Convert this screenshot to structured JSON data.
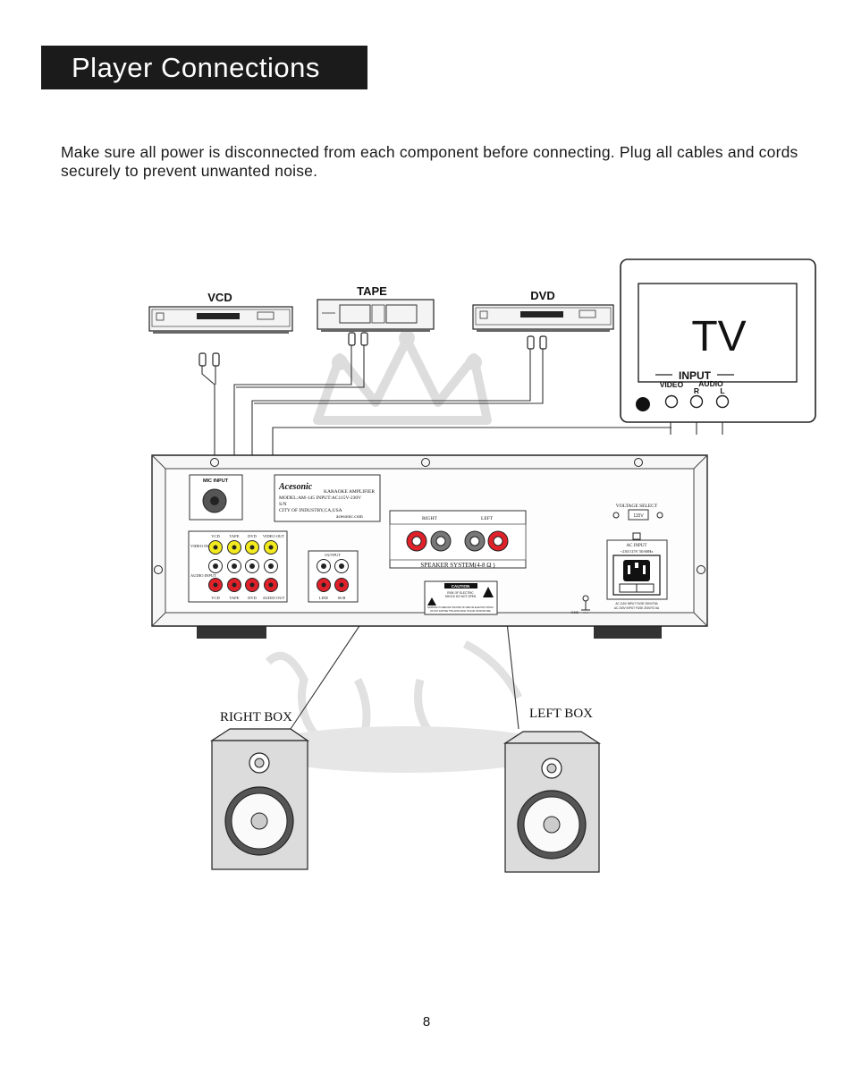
{
  "title": "Player Connections",
  "intro": "Make sure all power is disconnected from each component before connecting. Plug all cables and cords securely to prevent unwanted noise.",
  "page_number": "8",
  "sources": {
    "vcd": "VCD",
    "tape": "TAPE",
    "dvd": "DVD"
  },
  "tv": {
    "label": "TV",
    "input_label": "INPUT",
    "video_label": "VIDEO",
    "audio_label": "AUDIO",
    "right_label": "R",
    "left_label": "L"
  },
  "amplifier": {
    "mic_input": "MIC INPUT",
    "brand": "Acesonic",
    "product_line": "KARAOKE AMPLIFIER",
    "model_line": "MODEL:AM-145  INPUT:AC115V-230V",
    "serial_line": "S/N",
    "city_line": "CITY OF INDUSTRY,CA,USA",
    "website": "acesonic.com",
    "jack_labels_top": [
      "VCD",
      "TAPE",
      "DVD",
      "VIDEO OUT"
    ],
    "jack_labels_bottom": [
      "VCD",
      "TAPE",
      "DVD",
      "AUDIO OUT"
    ],
    "video_input": "VIDEO INPUT",
    "audio_input": "AUDIO INPUT",
    "output_label": "OUTPUT",
    "line_label": "LINE",
    "sub_label": "SUB",
    "right_label": "RIGHT",
    "left_label": "LEFT",
    "speaker_system": "SPEAKER SYSTEM(4-8 Ω )",
    "caution_title": "CAUTION",
    "caution_line1": "RISK OF ELECTRIC",
    "caution_line2": "SHOCK DO NOT OPEN",
    "caution_warning1": "WARNING:TO REDUCE THE RISK OF FIRE OR ELECTRIC SHOCK",
    "caution_warning2": "DO NOT EXPOSE THIS APPLIANCE TO RAIN OR MOISTURE",
    "voltage_select": "VOLTAGE SELECT",
    "voltage_value": "115V",
    "ac_input": "AC INPUT",
    "ac_rating": "~230/115V 50/60Hz",
    "fuse_line1": "AC 115V INPUT FUSE 250V/T5A",
    "fuse_line2": "AC 230V INPUT FUSE 250V/T2.5A",
    "gnd_label": "GND"
  },
  "speakers": {
    "right": "RIGHT BOX",
    "left": "LEFT BOX"
  }
}
